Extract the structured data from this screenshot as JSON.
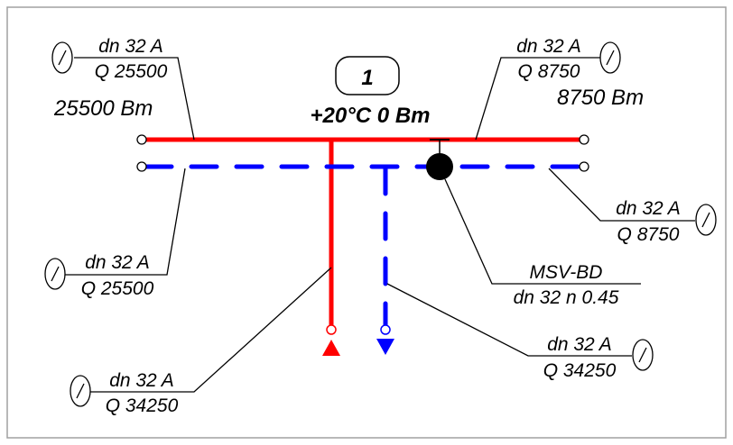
{
  "colors": {
    "supply": "#ff0000",
    "return": "#0000ff",
    "frame": "#a0a0a0"
  },
  "node": {
    "number": "1",
    "info": "+20°C 0 Bm"
  },
  "loads": {
    "left": "25500 Bm",
    "right": "8750 Bm"
  },
  "labels": {
    "top_left": {
      "pipe": "dn 32 A",
      "flow": "Q 25500"
    },
    "top_right": {
      "pipe": "dn 32 A",
      "flow": "Q 8750"
    },
    "mid_left": {
      "pipe": "dn 32 A",
      "flow": "Q 25500"
    },
    "mid_right": {
      "pipe": "dn 32 A",
      "flow": "Q 8750"
    },
    "valve": {
      "name": "MSV-BD",
      "spec": "dn 32  n 0.45"
    },
    "bottom_right": {
      "pipe": "dn 32 A",
      "flow": "Q 34250"
    },
    "bottom_left": {
      "pipe": "dn 32 A",
      "flow": "Q 34250"
    }
  }
}
